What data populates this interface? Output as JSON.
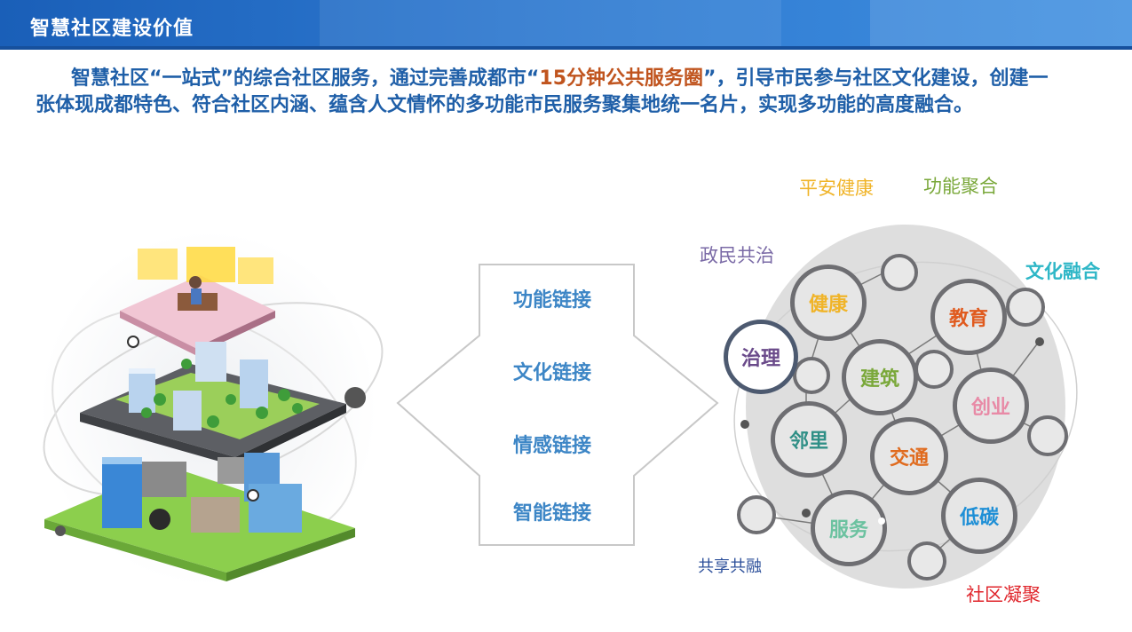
{
  "header": {
    "title": "智慧社区建设价值"
  },
  "intro": {
    "text_before": "智慧社区“一站式”的综合社区服务，通过完善成都市“",
    "highlight": "15分钟公共服务圈",
    "text_after": "”，引导市民参与社区文化建设，创建一张体现成都特色、符合社区内涵、蕴含人文情怀的多功能市民服务聚集地统一名片，实现多功能的高度融合。"
  },
  "links": [
    "功能链接",
    "文化链接",
    "情感链接",
    "智能链接"
  ],
  "outer_labels": {
    "ping_an": "平安健康",
    "gong_neng": "功能聚合",
    "zheng_min": "政民共治",
    "wen_hua": "文化融合",
    "gong_xiang": "共享共融",
    "she_qu": "社区凝聚"
  },
  "nodes": {
    "jiankang": "健康",
    "jiaoyu": "教育",
    "zhili": "治理",
    "jianzhu": "建筑",
    "chuangye": "创业",
    "linli": "邻里",
    "jiaotong": "交通",
    "ditan": "低碳",
    "fuwu": "服务"
  },
  "colors": {
    "header": "#2566c0",
    "intro_text": "#1f5fa8",
    "highlight": "#c0541e",
    "link_text": "#3d86c6",
    "ping_an": "#f0b429",
    "gong_neng": "#7aa83a",
    "zheng_min": "#7a6aa6",
    "wen_hua": "#2fb7c7",
    "gong_xiang": "#2c4f9a",
    "she_qu": "#e0262c"
  }
}
